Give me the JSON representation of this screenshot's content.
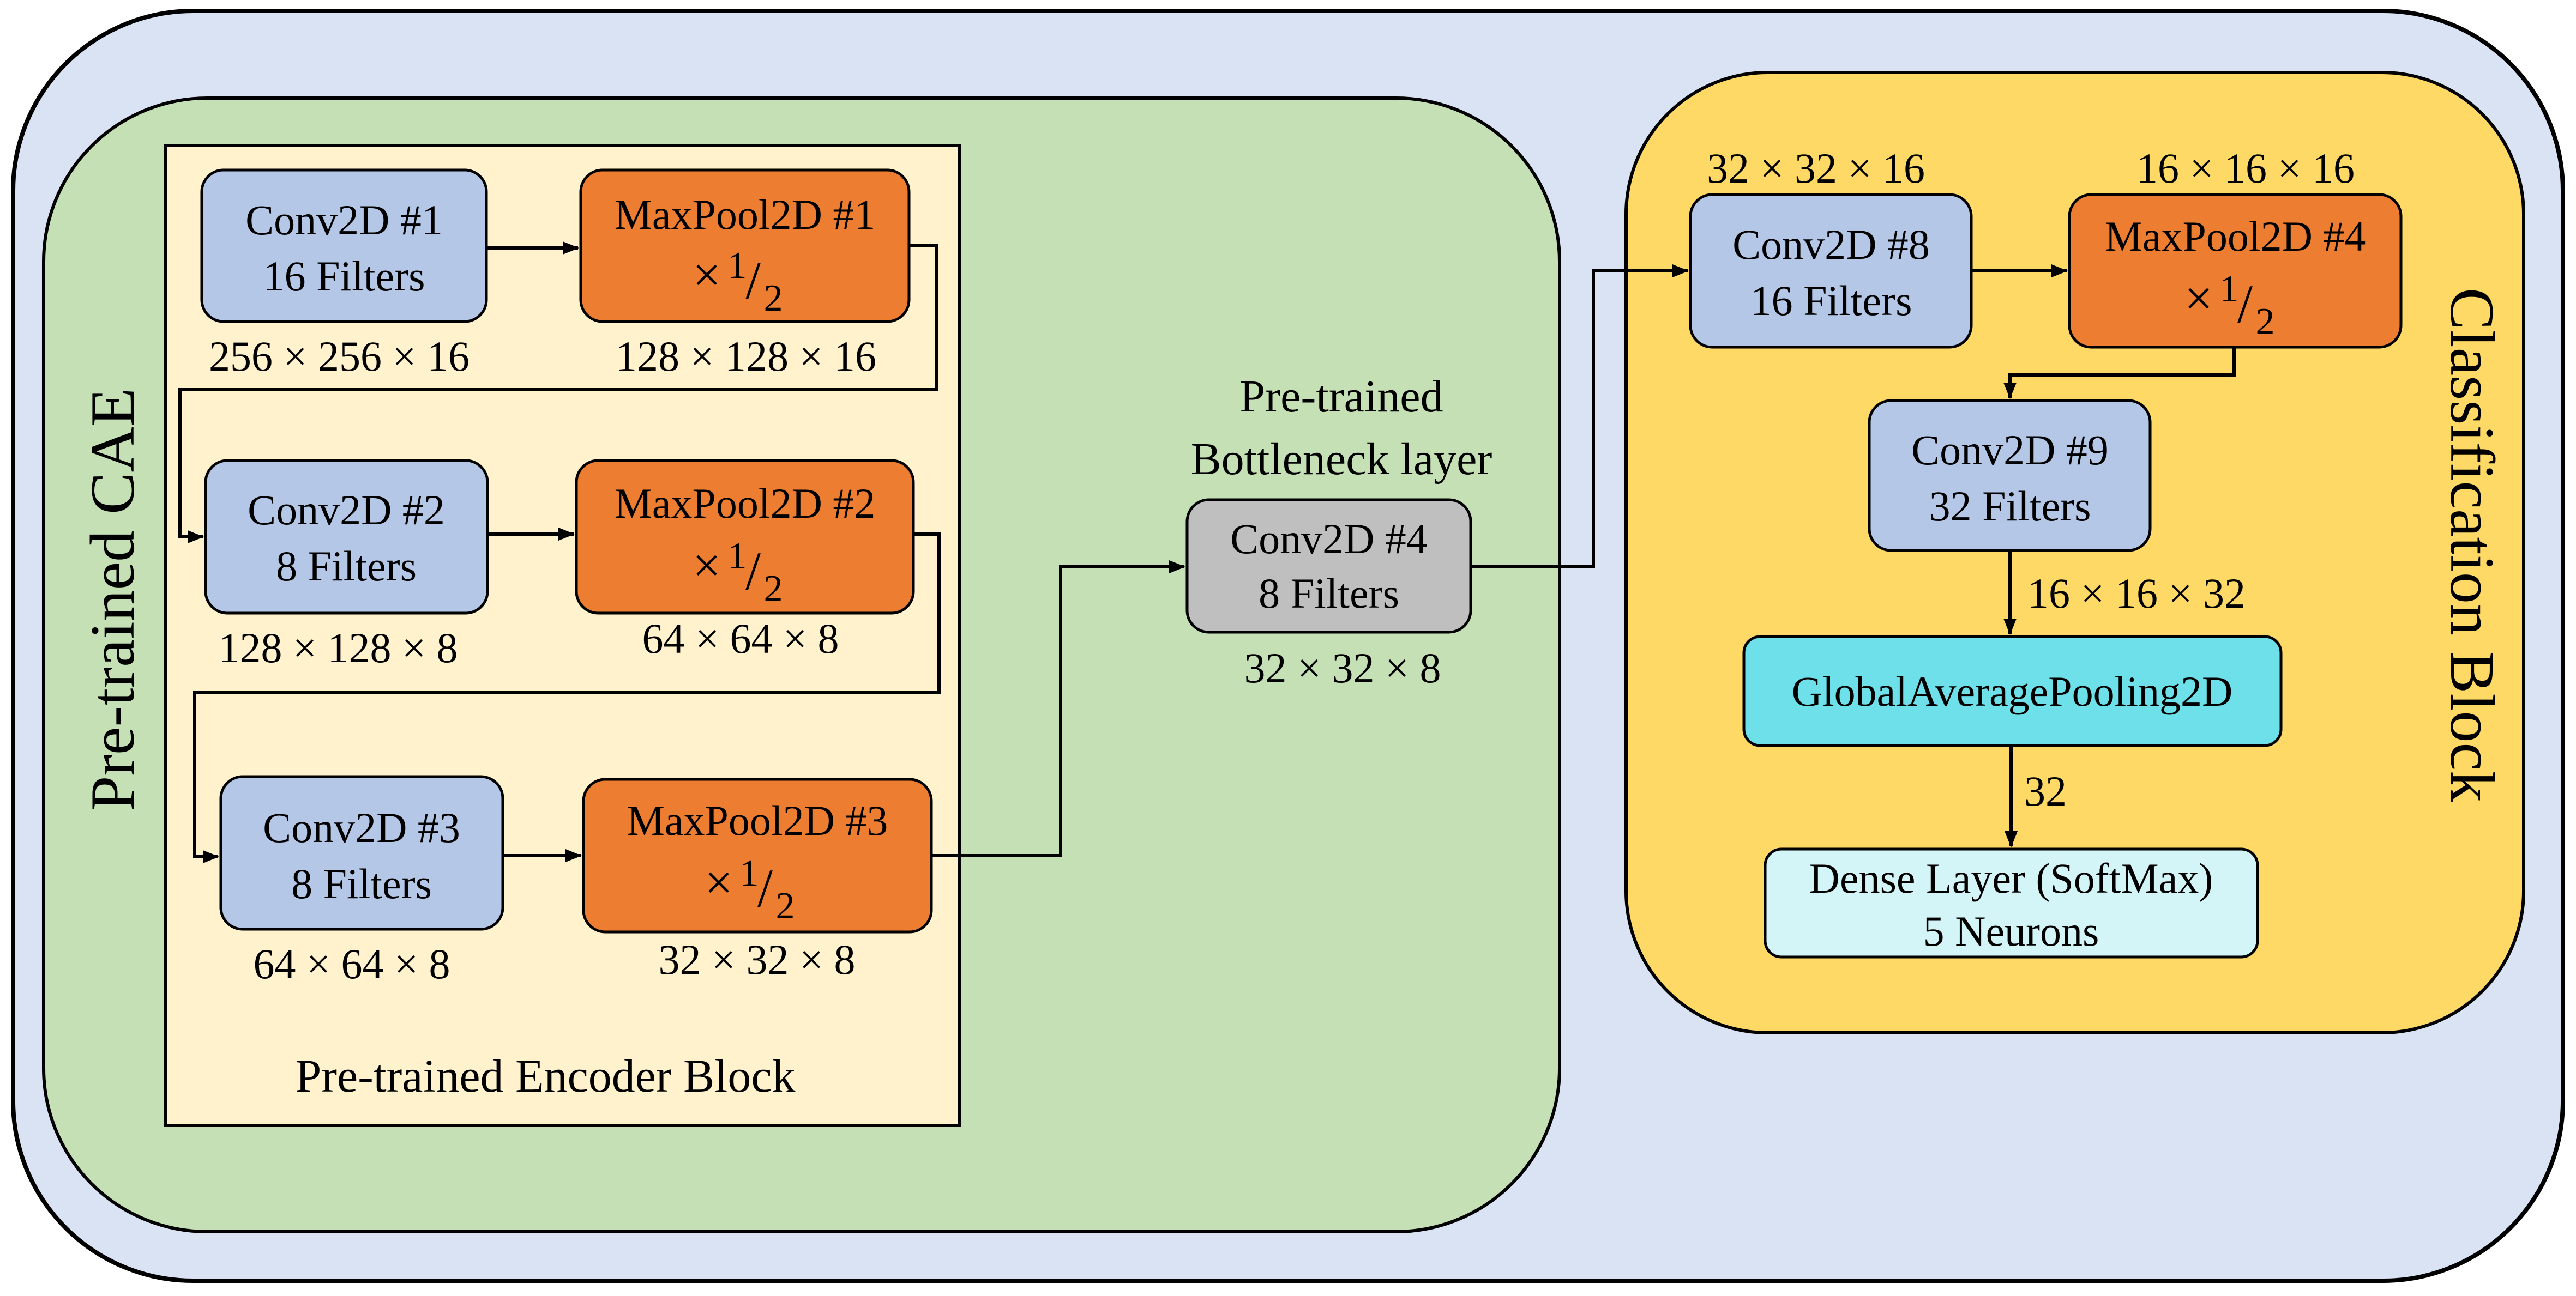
{
  "colors": {
    "outer_bg": "#dae3f3",
    "cae_bg": "#c5e0b4",
    "encoder_bg": "#fff2cc",
    "class_bg": "#ffd966",
    "conv": "#b4c7e7",
    "pool": "#ed7d31",
    "bottleneck": "#bfbfbf",
    "gap": "#6ee0ea",
    "dense": "#d4f5f7",
    "stroke": "#000000"
  },
  "side_labels": {
    "cae": "Pre-trained CAE",
    "classification": "Classification Block"
  },
  "encoder_block_label": "Pre-trained Encoder Block",
  "bottleneck_title": [
    "Pre-trained",
    "Bottleneck layer"
  ],
  "nodes": {
    "conv1": {
      "line1": "Conv2D #1",
      "line2": "16 Filters",
      "dim": "256 × 256 × 16"
    },
    "pool1": {
      "line1": "MaxPool2D #1",
      "op": "×",
      "num": "1",
      "den": "2",
      "dim": "128 × 128 × 16"
    },
    "conv2": {
      "line1": "Conv2D #2",
      "line2": "8 Filters",
      "dim": "128 × 128 × 8"
    },
    "pool2": {
      "line1": "MaxPool2D #2",
      "op": "×",
      "num": "1",
      "den": "2",
      "dim": "64 × 64 × 8"
    },
    "conv3": {
      "line1": "Conv2D #3",
      "line2": "8 Filters",
      "dim": "64 × 64 × 8"
    },
    "pool3": {
      "line1": "MaxPool2D #3",
      "op": "×",
      "num": "1",
      "den": "2",
      "dim": "32 × 32 × 8"
    },
    "conv4": {
      "line1": "Conv2D #4",
      "line2": "8 Filters",
      "dim": "32 × 32 × 8"
    },
    "conv8": {
      "line1": "Conv2D #8",
      "line2": "16 Filters",
      "dim": "32 × 32 × 16"
    },
    "pool4": {
      "line1": "MaxPool2D #4",
      "op": "×",
      "num": "1",
      "den": "2",
      "dim": "16 × 16 × 16"
    },
    "conv9": {
      "line1": "Conv2D #9",
      "line2": "32 Filters",
      "dim": "16 × 16 × 32"
    },
    "gap": {
      "line1": "GlobalAveragePooling2D",
      "dim": "32"
    },
    "dense": {
      "line1": "Dense Layer (SoftMax)",
      "line2": "5 Neurons"
    }
  }
}
